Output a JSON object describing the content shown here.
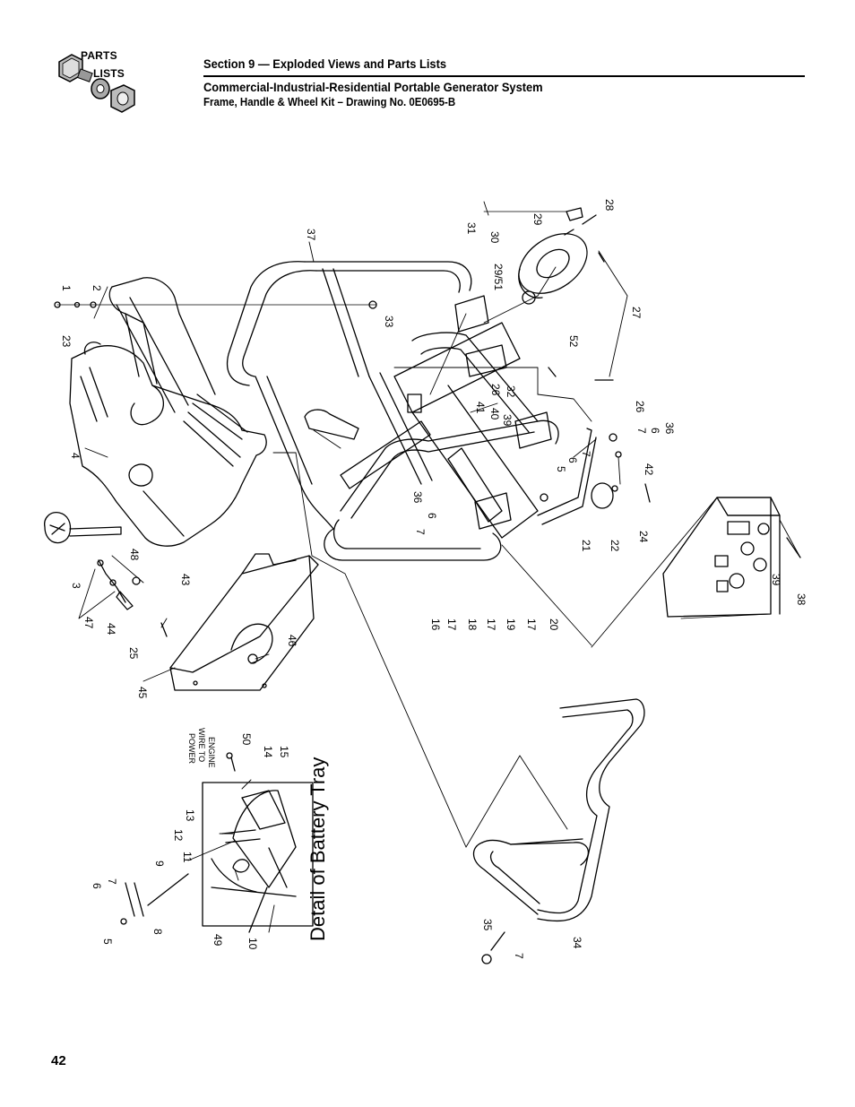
{
  "logo": {
    "word_top": "PARTS",
    "word_bottom": "LISTS",
    "icon": "nut-bolt-washer-icon"
  },
  "header": {
    "section": "Section 9 — Exploded Views and Parts Lists",
    "title": "Commercial-Industrial-Residential Portable Generator System",
    "subtitle": "Frame, Handle & Wheel Kit – Drawing No. 0E0695-B"
  },
  "diagram": {
    "detail_title": "Detail of Battery Tray",
    "power_note": [
      "POWER",
      "WIRE TO",
      "ENGINE"
    ],
    "callouts": {
      "c1": "1",
      "c2": "2",
      "c23": "23",
      "c4": "4",
      "c37": "37",
      "c33": "33",
      "c31": "31",
      "c30": "30",
      "c29": "29",
      "c28": "28",
      "c2951": "29/51",
      "c27": "27",
      "c52": "52",
      "c26a": "26",
      "c32": "32",
      "c41": "41",
      "c40": "40",
      "c39a": "39",
      "c26b": "26",
      "c7a": "7",
      "c36a": "36",
      "c5a": "5",
      "c6a": "6",
      "c7b": "7",
      "c6b": "6",
      "c42": "42",
      "c21": "21",
      "c22": "22",
      "c24": "24",
      "c36b": "36",
      "c6c": "6",
      "c7c": "7",
      "c3": "3",
      "c48": "48",
      "c43": "43",
      "c47": "47",
      "c44": "44",
      "c25": "25",
      "c46": "46",
      "c45": "45",
      "c16": "16",
      "c17a": "17",
      "c18": "18",
      "c17b": "17",
      "c19": "19",
      "c17c": "17",
      "c20": "20",
      "c39b": "39",
      "c38": "38",
      "c50": "50",
      "c14": "14",
      "c15": "15",
      "c12": "12",
      "c13": "13",
      "c11": "11",
      "c9": "9",
      "c6d": "6",
      "c7d": "7",
      "c5b": "5",
      "c8": "8",
      "c49": "49",
      "c10": "10",
      "c35": "35",
      "c7e": "7",
      "c34": "34"
    }
  },
  "page_number": "42"
}
